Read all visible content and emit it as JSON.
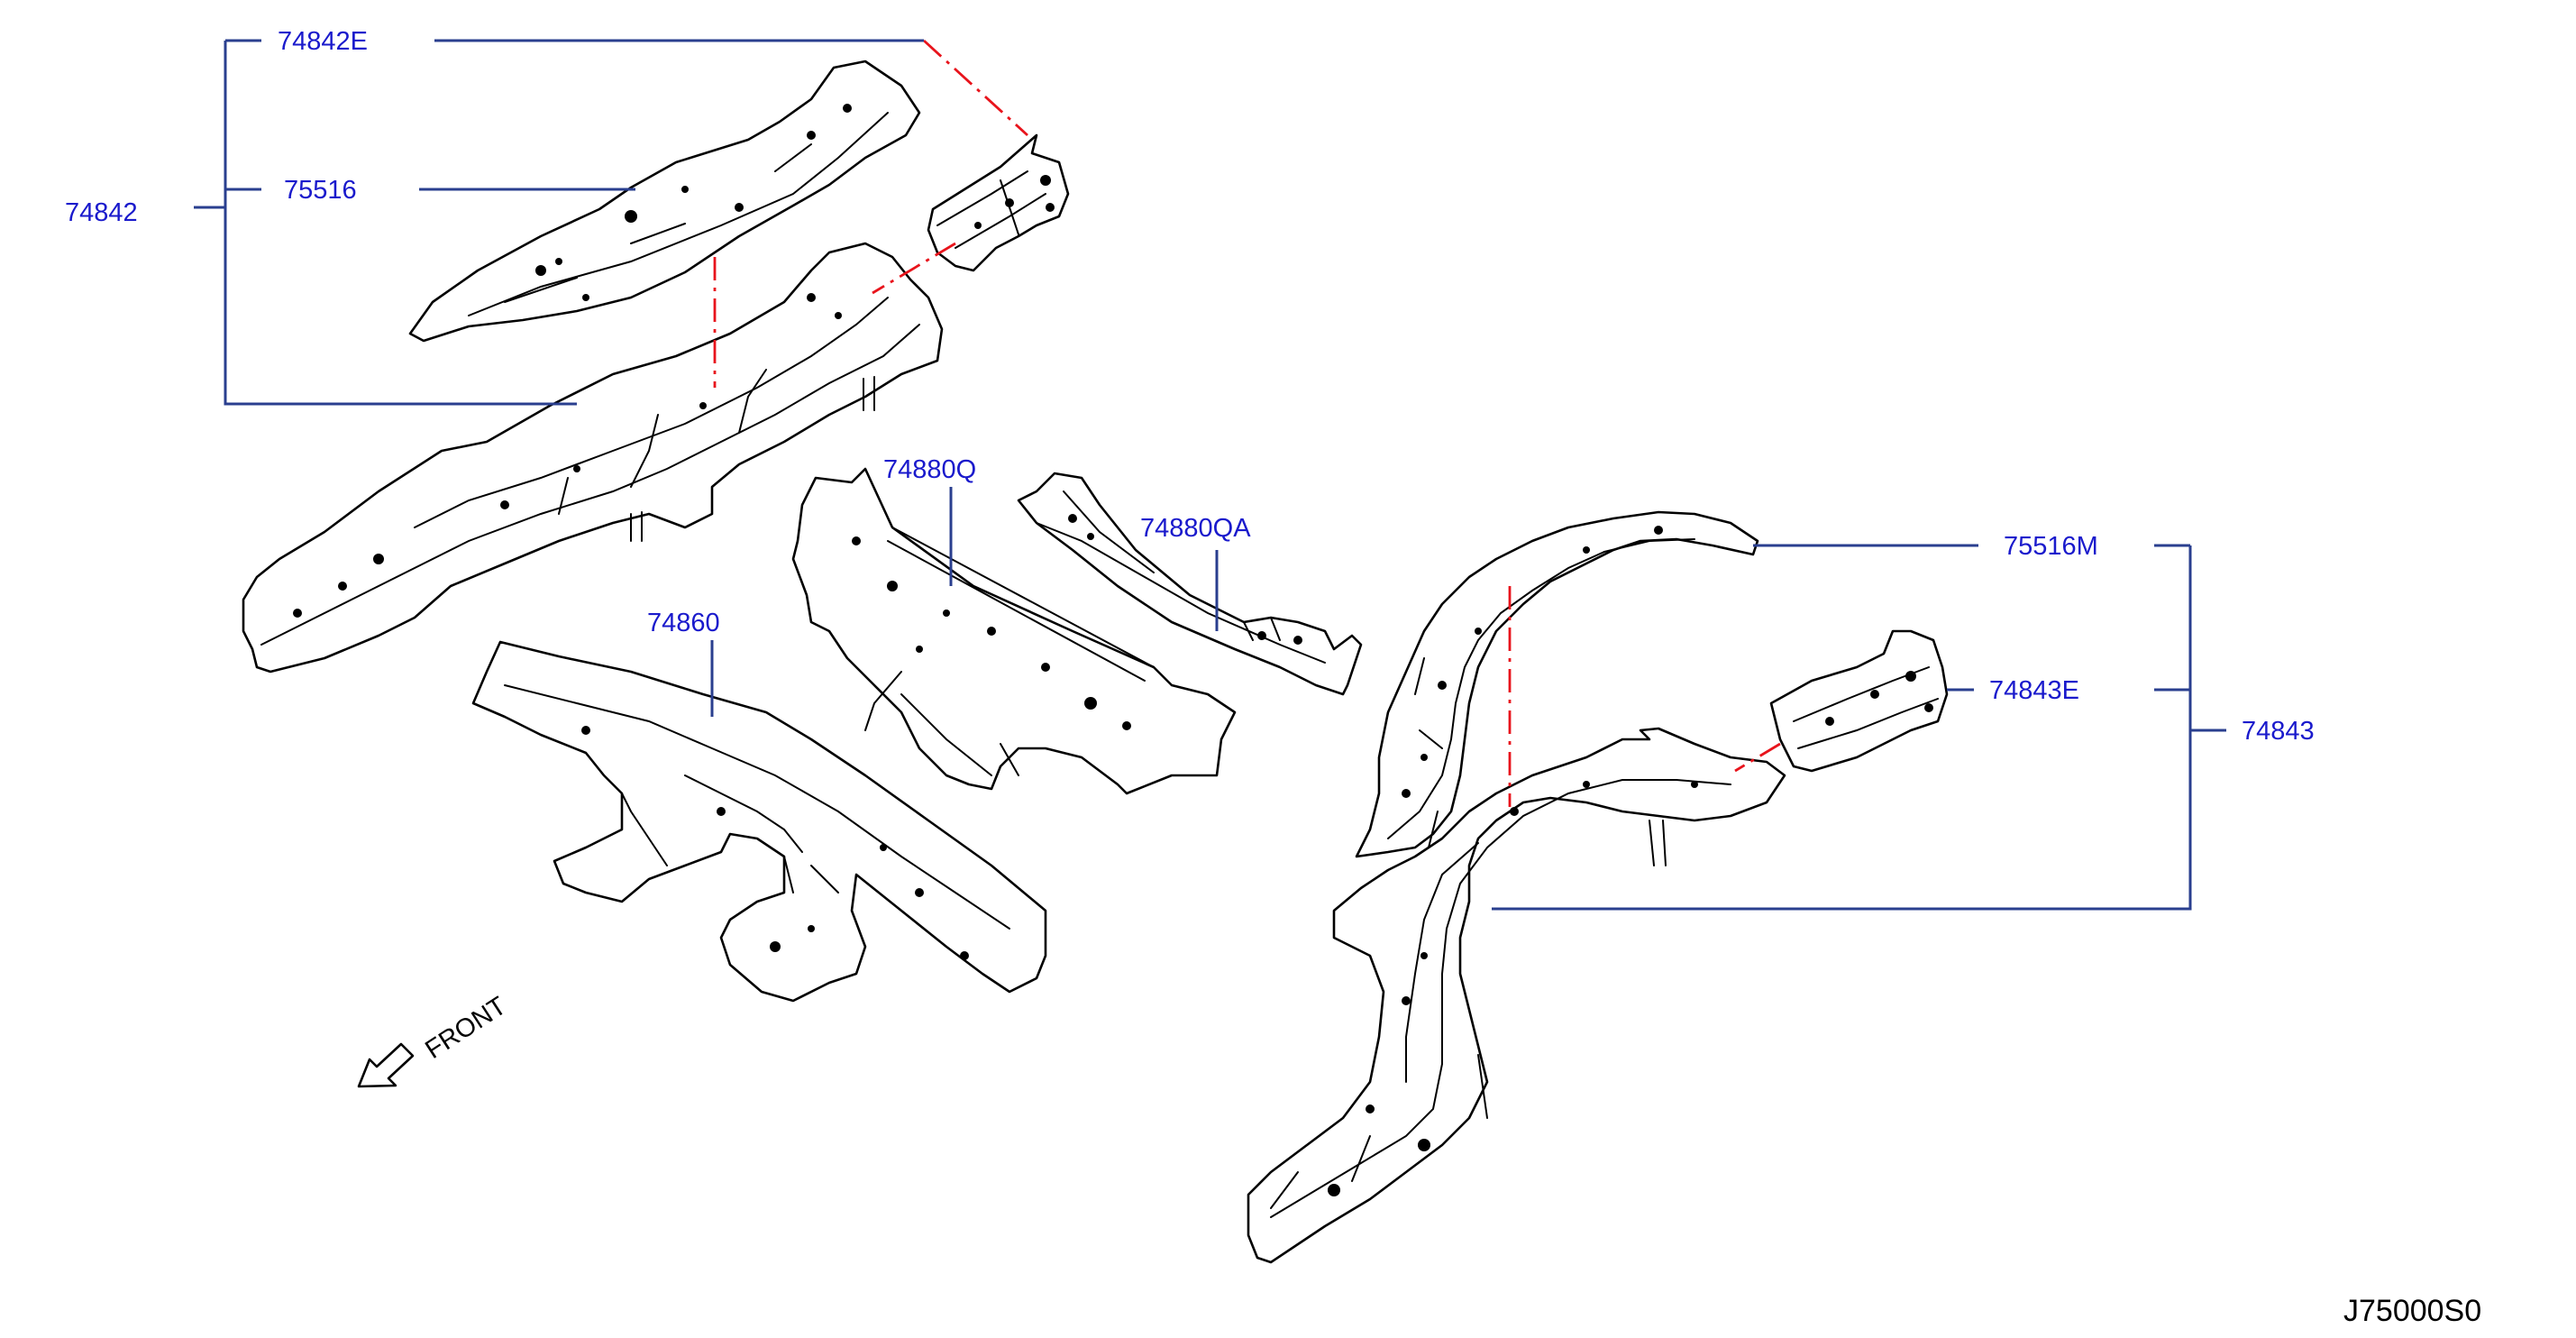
{
  "diagram": {
    "labels": {
      "sub_assembly_left": "74842E",
      "main_left": "74842",
      "panel_left": "75516",
      "crossmember_front": "74880Q",
      "crossmember_rear": "74880QA",
      "member_center": "74860",
      "panel_right": "75516M",
      "sub_assembly_right": "74843E",
      "main_right": "74843"
    },
    "direction_text": "FRONT",
    "drawing_code": "J75000S0",
    "colors": {
      "label": "#1a1acc",
      "leader": "#2a3f8f",
      "phantom_line": "#e8141c",
      "outline": "#000000"
    }
  }
}
